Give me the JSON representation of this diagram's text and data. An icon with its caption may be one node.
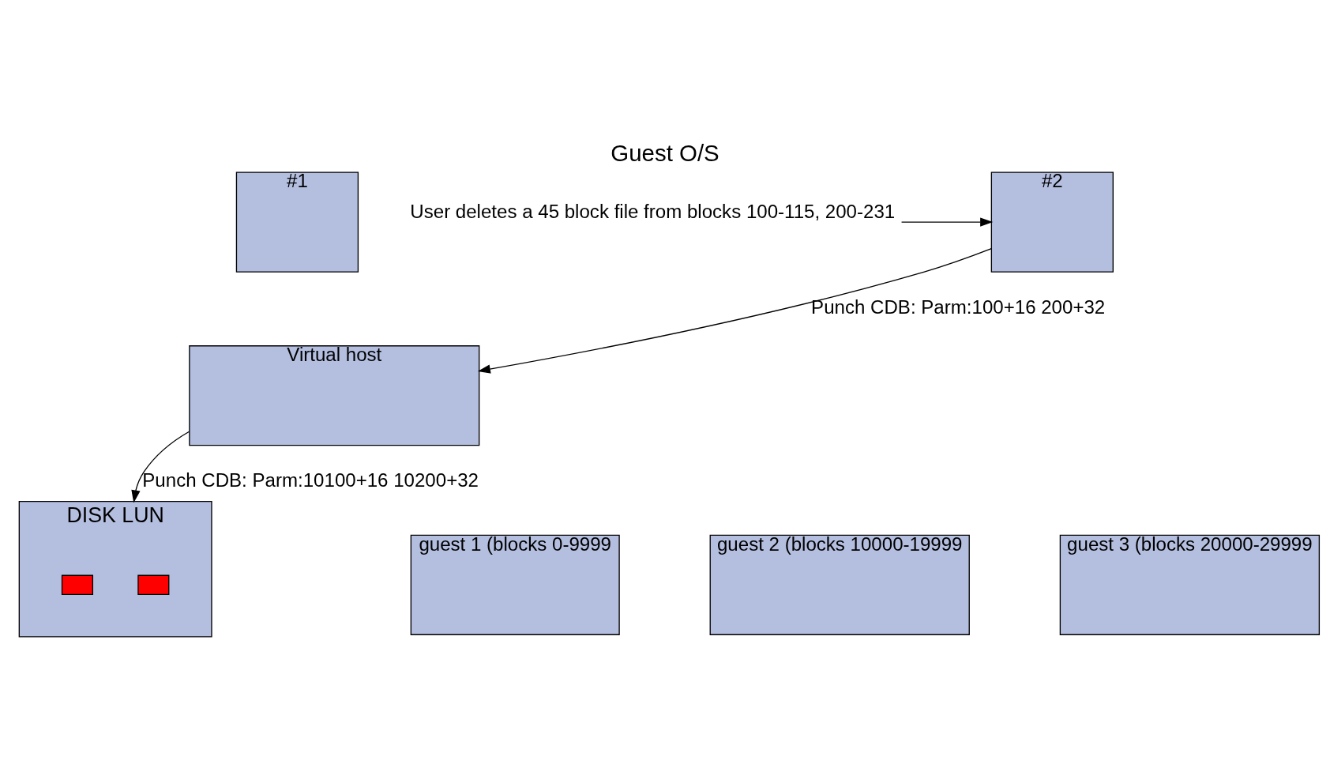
{
  "diagram": {
    "title": "Guest O/S",
    "nodes": [
      {
        "text": [
          "#1"
        ]
      },
      {
        "text": [
          "#2"
        ]
      },
      {
        "text": [
          "User deletes a 45 block file from blocks 100-115, 200-231"
        ]
      },
      {
        "text": [
          "Virtual host"
        ]
      },
      {
        "text": [
          "DISK LUN"
        ]
      },
      {
        "text": [],
        "shape": "box",
        "in": 4
      },
      {
        "text": [],
        "shape": "box",
        "in": 4
      },
      {
        "text": [
          "guest 1 (blocks 0-9999"
        ]
      },
      {
        "text": [
          "guest 2 (blocks 10000-19999"
        ]
      },
      {
        "text": [
          "guest 3 (blocks 20000-29999"
        ]
      }
    ],
    "edges": [
      {
        "from": 2,
        "to": 1,
        "arrow": "to"
      },
      {
        "from": 1,
        "to": 3,
        "arrow": "to",
        "label": "Punch CDB: Parm:100+16 200+32"
      },
      {
        "from": 3,
        "to": 4,
        "arrow": "to",
        "label": "Punch CDB: Parm:10100+16 10200+32"
      }
    ]
  }
}
